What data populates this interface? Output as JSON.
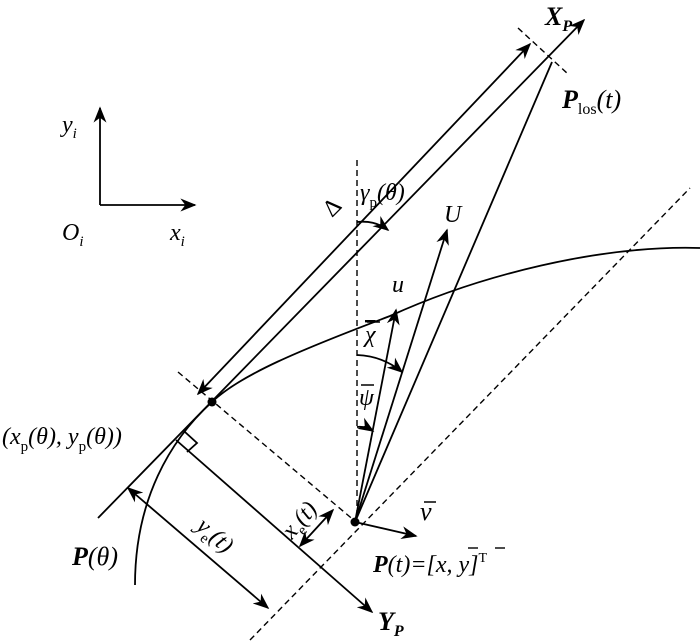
{
  "labels": {
    "inertial_y": "y",
    "inertial_y_sub": "i",
    "inertial_x": "x",
    "inertial_x_sub": "i",
    "origin": "O",
    "origin_sub": "i",
    "path_x_axis": "X",
    "path_x_axis_sub": "P",
    "path_y_axis": "Y",
    "path_y_axis_sub": "P",
    "los_point": "P",
    "los_point_sub": "los",
    "los_point_arg": "(t)",
    "lookahead": "Δ",
    "path_angle": "γ",
    "path_angle_sub": "p",
    "path_angle_arg": "(θ)",
    "U": "U",
    "u": "u",
    "chi": "χ",
    "psi": "ψ",
    "v": "v",
    "path_point_coord": "(x",
    "path_point_sub1": "p",
    "path_point_mid": "(θ), y",
    "path_point_sub2": "p",
    "path_point_end": "(θ))",
    "path_curve": "P",
    "path_curve_arg": "(θ)",
    "along_track": "y",
    "along_track_sub": "e",
    "along_track_arg": "(t)",
    "cross_track": "x",
    "cross_track_sub": "e",
    "cross_track_arg": "(t)",
    "vehicle_pos": "P",
    "vehicle_pos_eq": "(t)=[x, y]",
    "vehicle_pos_sup": "T"
  }
}
